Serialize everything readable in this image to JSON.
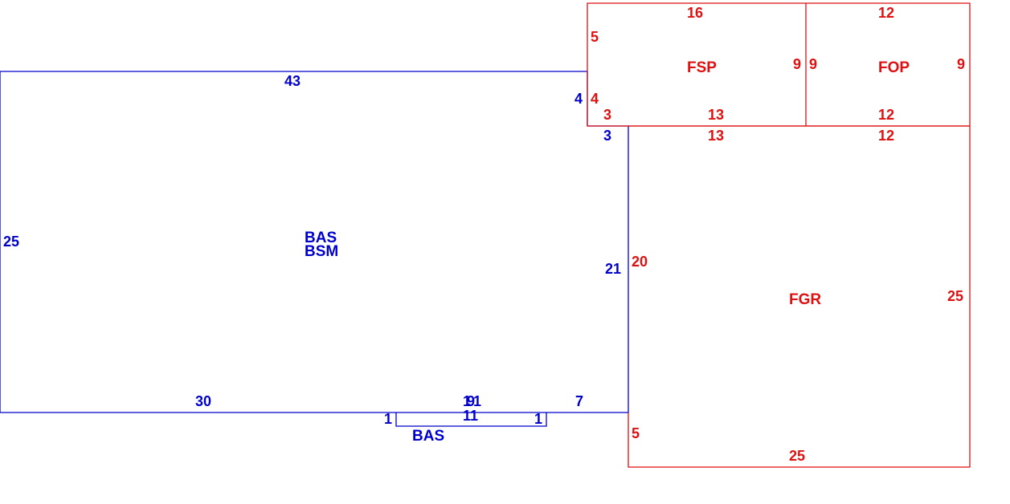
{
  "colors": {
    "living_area": "#0000cc",
    "accessory_area": "#dd1111",
    "background": "#ffffff"
  },
  "areas": {
    "main": {
      "code_1": "BAS",
      "code_2": "BSM"
    },
    "bump_out": {
      "code": "BAS"
    },
    "fsp": {
      "code": "FSP"
    },
    "fop": {
      "code": "FOP"
    },
    "fgr": {
      "code": "FGR"
    }
  },
  "dimensions": {
    "main_top": "43",
    "main_left": "25",
    "main_bottom_left": "30",
    "main_bottom_mid": "9",
    "main_bottom_mid_b": "1",
    "main_bottom_right": "7",
    "main_right": "21",
    "main_notch_vertical": "4",
    "main_notch_horizontal": "3",
    "bump_left": "1",
    "bump_right": "1",
    "bump_width": "11",
    "fsp_top": "16",
    "fsp_left": "5",
    "fsp_left_lower": "4",
    "fsp_right": "9",
    "fsp_notch": "3",
    "fsp_bottom": "13",
    "fop_top": "12",
    "fop_left": "9",
    "fop_right": "9",
    "fop_bottom": "12",
    "fgr_top_left": "13",
    "fgr_top_right": "12",
    "fgr_left": "20",
    "fgr_left_lower": "5",
    "fgr_right": "25",
    "fgr_bottom": "25"
  }
}
